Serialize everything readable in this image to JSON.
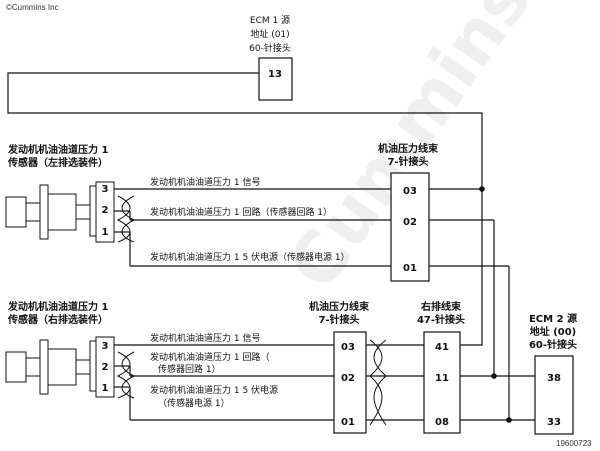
{
  "copyright": "©Cummins Inc",
  "figure_id": "19600723",
  "watermark": "Cummins",
  "ecm1": {
    "l1": "ECM 1 源",
    "l2": "地址 (01)",
    "l3": "60-针接头",
    "pin": "13"
  },
  "ecm2": {
    "l1": "ECM 2 源",
    "l2": "地址 (00)",
    "l3": "60-针接头",
    "pins": [
      "38",
      "33"
    ]
  },
  "sensor_left": {
    "l1": "发动机机油油道压力 1",
    "l2": "传感器（左排选装件）",
    "pins": [
      "3",
      "2",
      "1"
    ]
  },
  "sensor_right": {
    "l1": "发动机机油油道压力 1",
    "l2": "传感器（右排选装件）",
    "pins": [
      "3",
      "2",
      "1"
    ]
  },
  "harness_top": {
    "l1": "机油压力线束",
    "l2": "7-针接头",
    "pins": [
      "03",
      "02",
      "01"
    ]
  },
  "harness_mid": {
    "l1": "机油压力线束",
    "l2": "7-针接头",
    "pins": [
      "03",
      "02",
      "01"
    ]
  },
  "harness_right": {
    "l1": "右排线束",
    "l2": "47-针接头",
    "pins": [
      "41",
      "11",
      "08"
    ]
  },
  "wires_top": {
    "signal": "发动机机油油道压力 1 信号",
    "return": "发动机机油油道压力 1 回路（传感器回路 1）",
    "supply": "发动机机油油道压力 1 5 伏电源（传感器电源 1）"
  },
  "wires_bottom": {
    "signal": "发动机机油油道压力 1 信号",
    "return_a": "发动机机油油道压力 1 回路（",
    "return_b": "传感器回路 1）",
    "supply_a": "发动机机油油道压力 1 5 伏电源",
    "supply_b": "（传感器电源 1）"
  }
}
